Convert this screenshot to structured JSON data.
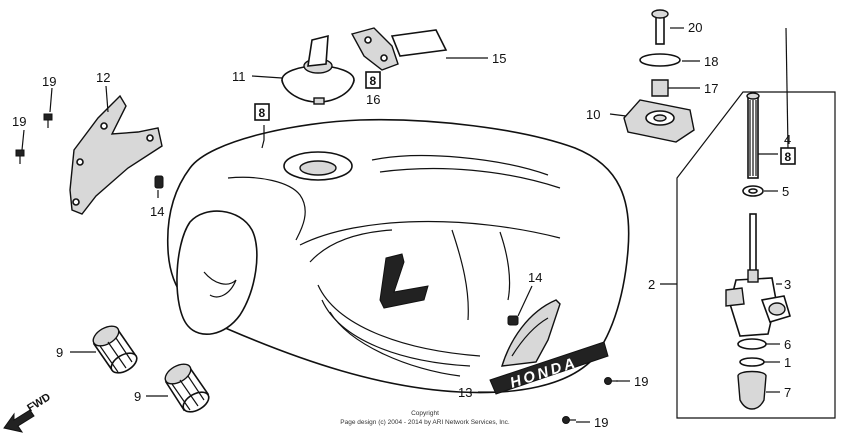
{
  "callouts": {
    "n1": "1",
    "n2": "2",
    "n3": "3",
    "n4": "4",
    "n5": "5",
    "n6": "6",
    "n7": "7",
    "n9a": "9",
    "n9b": "9",
    "n10": "10",
    "n11": "11",
    "n12": "12",
    "n13": "13",
    "n14a": "14",
    "n14b": "14",
    "n15": "15",
    "n16": "16",
    "n17": "17",
    "n18": "18",
    "n19a": "19",
    "n19b": "19",
    "n19c": "19",
    "n19d": "19",
    "n20": "20"
  },
  "ref_boxes": {
    "tank": "8",
    "cap": "8",
    "bolt": "8"
  },
  "emblem_text": "HONDA",
  "fwd_label": "FWD",
  "copyright": {
    "line1": "Copyright",
    "line2": "Page design (c) 2004 - 2014 by ARI Network Services, Inc."
  },
  "colors": {
    "line": "#111111",
    "background": "#ffffff",
    "shade": "#d8d8d8"
  }
}
